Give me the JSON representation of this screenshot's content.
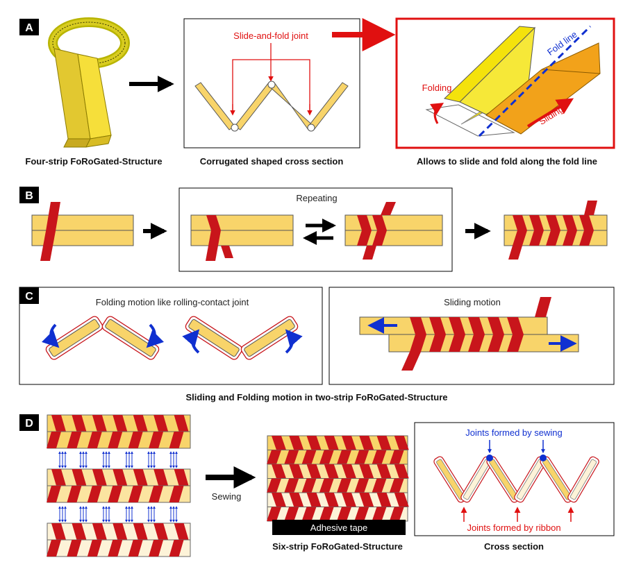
{
  "panels": {
    "a": {
      "letter": "A",
      "caption_structure": "Four-strip FoRoGated-Structure",
      "caption_section": "Corrugated shaped cross section",
      "caption_fold": "Allows to slide and fold along the fold line",
      "joint_label": "Slide-and-fold joint",
      "fold_line_label": "Fold line",
      "folding_label": "Folding",
      "sliding_label": "Sliding"
    },
    "b": {
      "letter": "B",
      "repeating_label": "Repeating"
    },
    "c": {
      "letter": "C",
      "folding_title": "Folding motion like rolling-contact joint",
      "sliding_title": "Sliding motion",
      "caption": "Sliding and Folding motion in two-strip FoRoGated-Structure"
    },
    "d": {
      "letter": "D",
      "sewing_label": "Sewing",
      "tape_label": "Adhesive tape",
      "caption_six": "Six-strip FoRoGated-Structure",
      "caption_cross": "Cross section",
      "sewing_joints": "Joints formed by sewing",
      "ribbon_joints": "Joints formed by ribbon"
    }
  },
  "colors": {
    "strip": "#f8d46a",
    "strip_light": "#fdf3d8",
    "ribbon": "#c8151b",
    "annotation_red": "#e01010",
    "annotation_blue": "#1030d0",
    "bright_yellow": "#f4e20c",
    "orange": "#f2a21a"
  }
}
